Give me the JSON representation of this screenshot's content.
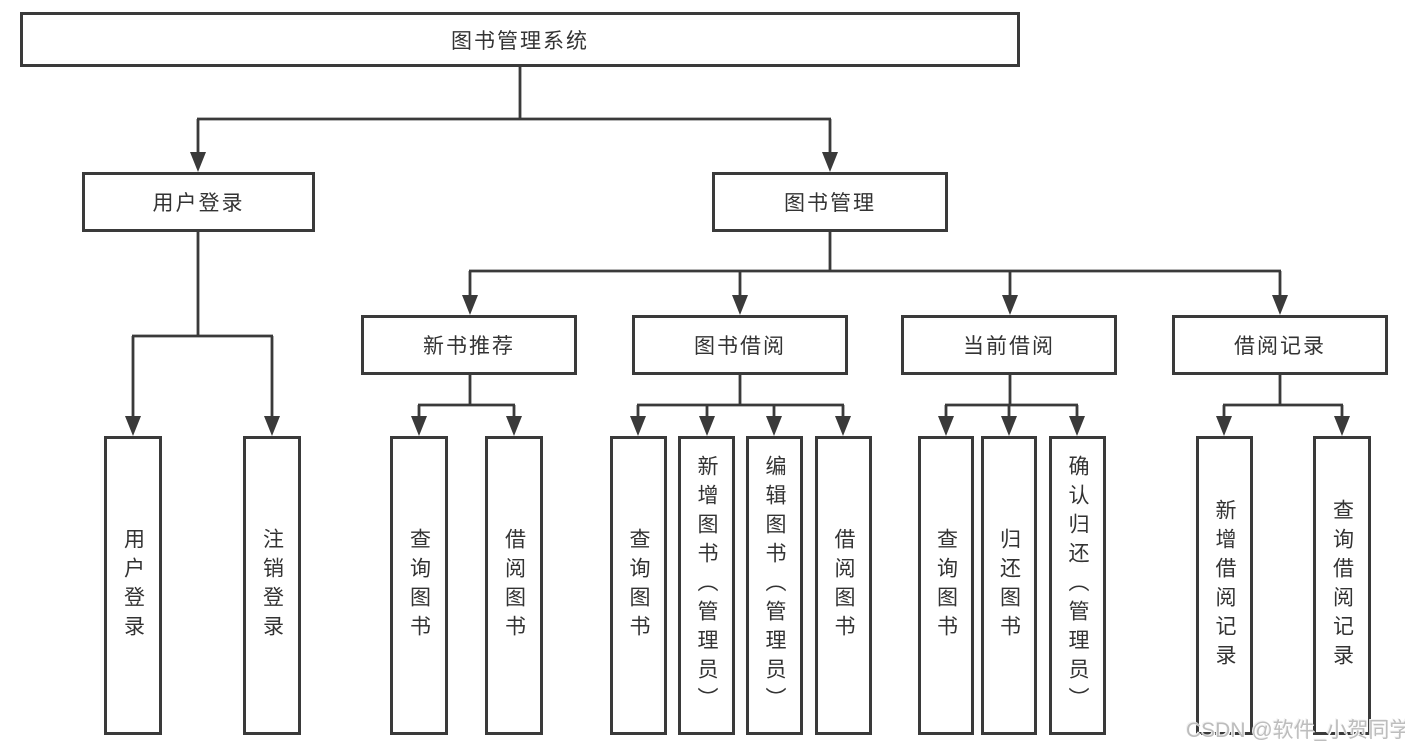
{
  "diagram": {
    "root": {
      "label": "图书管理系统"
    },
    "branches": [
      {
        "label": "用户登录",
        "children": [
          {
            "label": "用户登录"
          },
          {
            "label": "注销登录"
          }
        ]
      },
      {
        "label": "图书管理",
        "children": [
          {
            "label": "新书推荐",
            "children": [
              {
                "label": "查询图书"
              },
              {
                "label": "借阅图书"
              }
            ]
          },
          {
            "label": "图书借阅",
            "children": [
              {
                "label": "查询图书"
              },
              {
                "label": "新增图书（管理员）"
              },
              {
                "label": "编辑图书（管理员）"
              },
              {
                "label": "借阅图书"
              }
            ]
          },
          {
            "label": "当前借阅",
            "children": [
              {
                "label": "查询图书"
              },
              {
                "label": "归还图书"
              },
              {
                "label": "确认归还（管理员）"
              }
            ]
          },
          {
            "label": "借阅记录",
            "children": [
              {
                "label": "新增借阅记录"
              },
              {
                "label": "查询借阅记录"
              }
            ]
          }
        ]
      }
    ],
    "line_color": "#3a3a3a",
    "watermark": "CSDN @软件_小贺同学"
  }
}
